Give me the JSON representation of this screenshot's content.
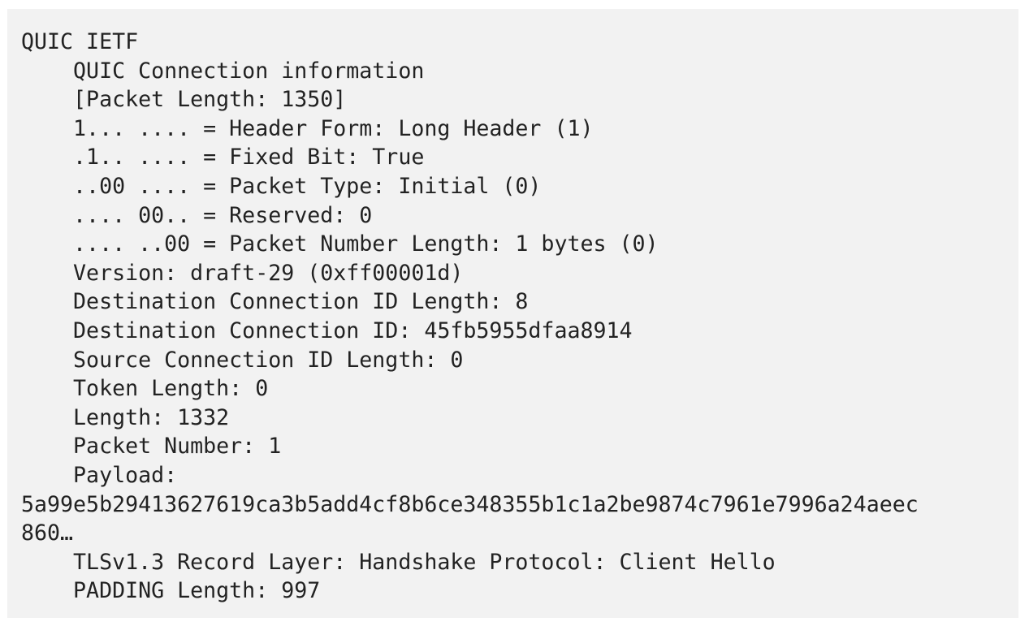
{
  "packet_details": {
    "lines": [
      {
        "indent": "",
        "text": "QUIC IETF"
      },
      {
        "indent": "    ",
        "text": "QUIC Connection information"
      },
      {
        "indent": "    ",
        "text": "[Packet Length: 1350]"
      },
      {
        "indent": "    ",
        "text": "1... .... = Header Form: Long Header (1)"
      },
      {
        "indent": "    ",
        "text": ".1.. .... = Fixed Bit: True"
      },
      {
        "indent": "    ",
        "text": "..00 .... = Packet Type: Initial (0)"
      },
      {
        "indent": "    ",
        "text": ".... 00.. = Reserved: 0"
      },
      {
        "indent": "    ",
        "text": ".... ..00 = Packet Number Length: 1 bytes (0)"
      },
      {
        "indent": "    ",
        "text": "Version: draft-29 (0xff00001d)"
      },
      {
        "indent": "    ",
        "text": "Destination Connection ID Length: 8"
      },
      {
        "indent": "    ",
        "text": "Destination Connection ID: 45fb5955dfaa8914"
      },
      {
        "indent": "    ",
        "text": "Source Connection ID Length: 0"
      },
      {
        "indent": "    ",
        "text": "Token Length: 0"
      },
      {
        "indent": "    ",
        "text": "Length: 1332"
      },
      {
        "indent": "    ",
        "text": "Packet Number: 1"
      },
      {
        "indent": "    ",
        "text": "Payload:"
      },
      {
        "indent": "",
        "text": "5a99e5b29413627619ca3b5add4cf8b6ce348355b1c1a2be9874c7961e7996a24aeec"
      },
      {
        "indent": "",
        "text": "860…"
      },
      {
        "indent": "    ",
        "text": "TLSv1.3 Record Layer: Handshake Protocol: Client Hello"
      },
      {
        "indent": "    ",
        "text": "PADDING Length: 997"
      }
    ]
  }
}
